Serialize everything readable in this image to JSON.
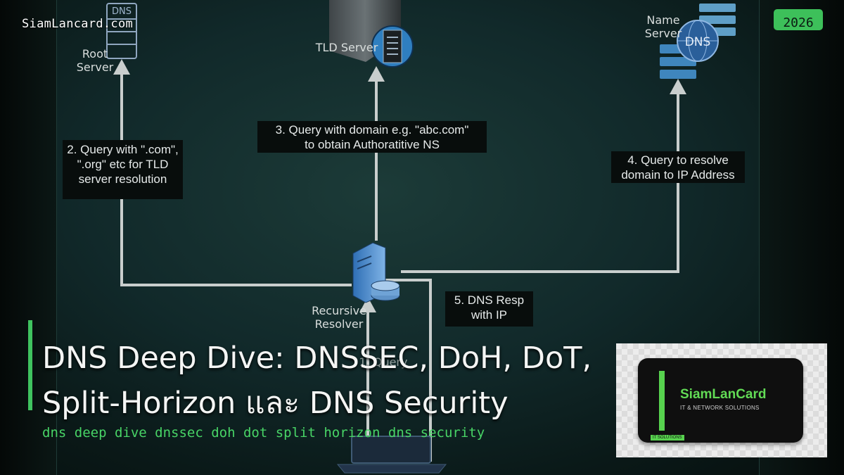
{
  "brand": {
    "site": "SiamLancard.com",
    "year": "2026"
  },
  "diagram": {
    "root_server": {
      "icon_text": "DNS",
      "label_line1": "Root",
      "label_line2": "Server"
    },
    "tld_server": {
      "label": "TLD Server"
    },
    "name_server": {
      "icon_text": "DNS",
      "label_line1": "Name",
      "label_line2": "Server"
    },
    "recursive_resolver": {
      "label_line1": "Recursive",
      "label_line2": "Resolver"
    },
    "steps": [
      {
        "lines": [
          "2. Query with \".com\",",
          "\".org\" etc for TLD",
          "server resolution"
        ]
      },
      {
        "lines": [
          "3. Query with domain e.g. \"abc.com\"",
          "to obtain Authoratitive NS"
        ]
      },
      {
        "lines": [
          "4. Query to resolve",
          "domain to IP Address"
        ]
      },
      {
        "lines": [
          "5. DNS Resp",
          "with IP"
        ]
      }
    ],
    "obscured_label": "1. Query"
  },
  "headline": {
    "line1": "DNS Deep Dive: DNSSEC, DoH, DoT,",
    "line2": "Split-Horizon และ DNS Security"
  },
  "subtitle": "dns deep dive dnssec doh dot split horizon dns security",
  "logo": {
    "name": "SiamLanCard",
    "tagline": "IT & NETWORK SOLUTIONS",
    "badge": "IT SOLUTIONS"
  },
  "colors": {
    "accent": "#3fc35f",
    "background": "#11292a",
    "line": "#c9cecd"
  }
}
